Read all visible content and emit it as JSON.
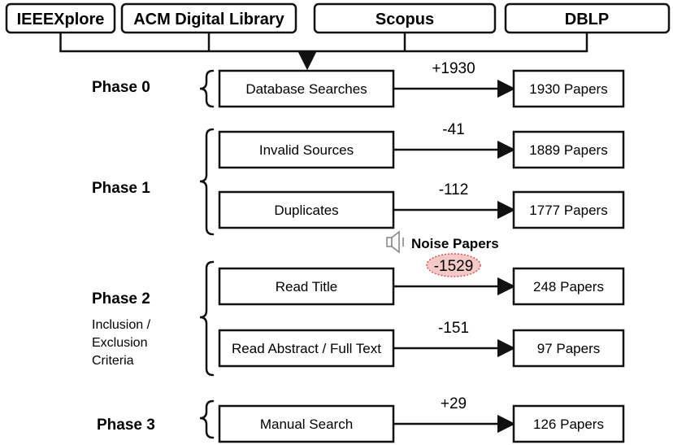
{
  "sources": [
    "IEEEXplore",
    "ACM Digital Library",
    "Scopus",
    "DBLP"
  ],
  "phases": {
    "phase0": "Phase 0",
    "phase1": "Phase 1",
    "phase2": "Phase 2",
    "phase2_sub": [
      "Inclusion /",
      "Exclusion",
      "Criteria"
    ],
    "phase3": "Phase 3"
  },
  "steps": [
    {
      "label": "Database Searches",
      "change": "+1930",
      "result": "1930 Papers"
    },
    {
      "label": "Invalid Sources",
      "change": "-41",
      "result": "1889 Papers"
    },
    {
      "label": "Duplicates",
      "change": "-112",
      "result": "1777 Papers"
    },
    {
      "label": "Read Title",
      "change": "-1529",
      "result": "248 Papers"
    },
    {
      "label": "Read Abstract / Full Text",
      "change": "-151",
      "result": "97 Papers"
    },
    {
      "label": "Manual Search",
      "change": "+29",
      "result": "126 Papers"
    }
  ],
  "noise": {
    "label": "Noise Papers",
    "icon": "speaker-icon",
    "highlight_color": "#f6c9c9",
    "highlight_border": "#d9534f"
  },
  "colors": {
    "line": "#111111",
    "box_fill": "#ffffff"
  }
}
